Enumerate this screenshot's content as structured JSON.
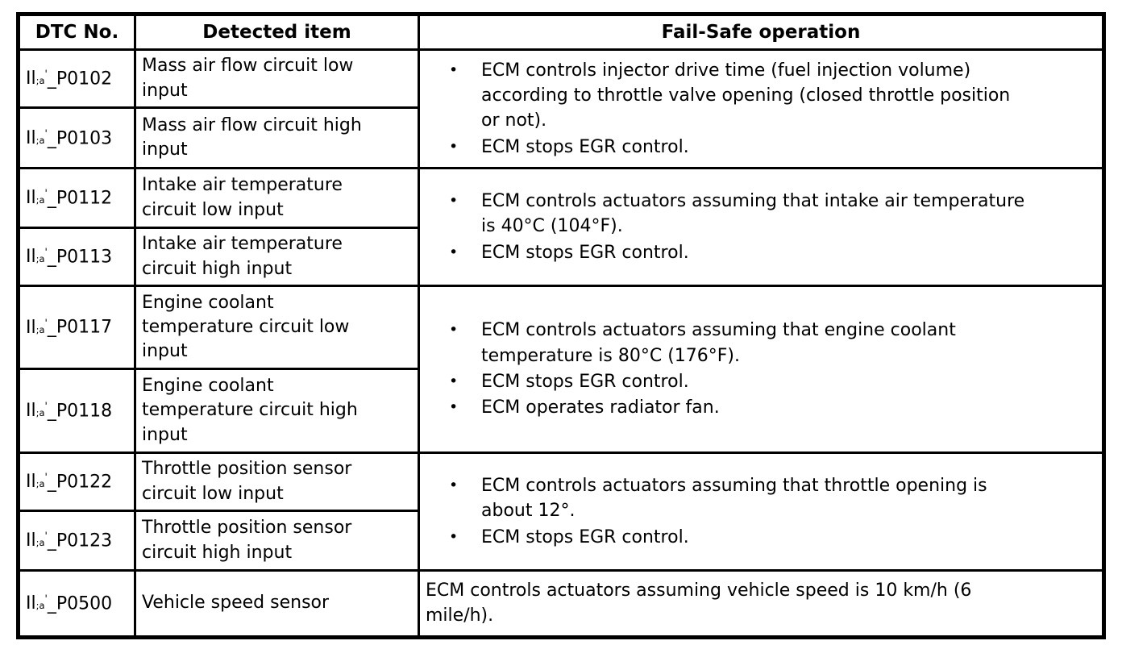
{
  "colors": {
    "border": "#000000",
    "text": "#000000",
    "background": "#ffffff"
  },
  "bullet_char": "•",
  "dtc_prefix": {
    "bars": "Il",
    "cluster": ";a",
    "tick": "'"
  },
  "header": {
    "dtc_no": "DTC No.",
    "detected_item": "Detected item",
    "fail_safe": "Fail-Safe operation"
  },
  "rows": [
    {
      "code": "_P0102",
      "item": "Mass air flow circuit low input"
    },
    {
      "code": "_P0103",
      "item": "Mass air flow circuit high input"
    },
    {
      "code": "_P0112",
      "item": "Intake air temperature circuit low input"
    },
    {
      "code": "_P0113",
      "item": "Intake air temperature circuit high input"
    },
    {
      "code": "_P0117",
      "item": "Engine coolant temperature circuit low input"
    },
    {
      "code": "_P0118",
      "item": "Engine coolant temperature circuit high input"
    },
    {
      "code": "_P0122",
      "item": "Throttle position sensor circuit low input"
    },
    {
      "code": "_P0123",
      "item": "Throttle position sensor circuit high input"
    },
    {
      "code": "_P0500",
      "item": "Vehicle speed sensor"
    }
  ],
  "failsafe": [
    {
      "bullets": [
        "ECM controls injector drive time (fuel injection volume) according to throttle valve opening (closed throttle position or not).",
        "ECM stops EGR control."
      ]
    },
    {
      "bullets": [
        "ECM controls actuators assuming that intake air temperature is 40°C (104°F).",
        "ECM stops EGR control."
      ]
    },
    {
      "bullets": [
        "ECM controls actuators assuming that engine coolant temperature is 80°C (176°F).",
        "ECM stops EGR control.",
        "ECM operates radiator fan."
      ]
    },
    {
      "bullets": [
        "ECM controls actuators assuming that throttle opening is about 12°.",
        "ECM stops EGR control."
      ]
    },
    {
      "text": "ECM controls actuators assuming vehicle speed is 10 km/h (6 mile/h)."
    }
  ]
}
